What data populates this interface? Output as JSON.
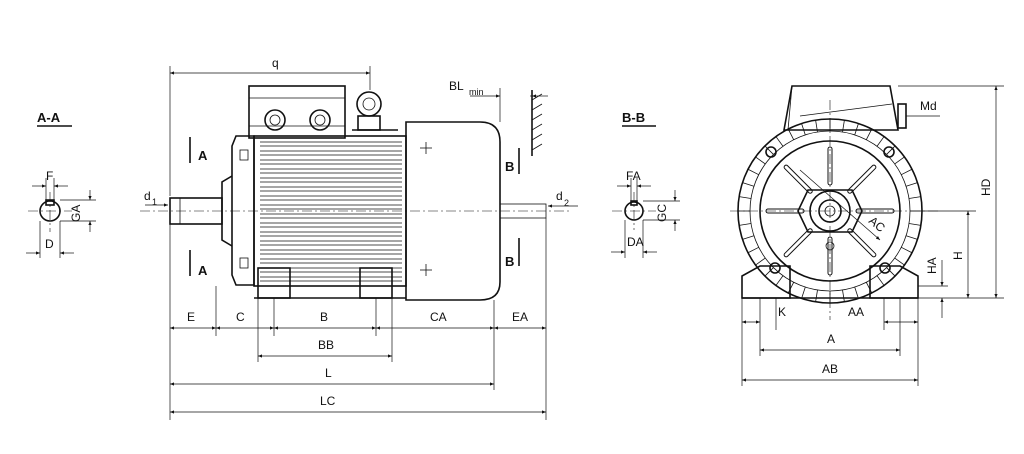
{
  "labels": {
    "section_aa": "A-A",
    "section_bb": "B-B",
    "F": "F",
    "GA": "GA",
    "D": "D",
    "FA": "FA",
    "GC": "GC",
    "DA": "DA",
    "q": "q",
    "BLmin": "BL",
    "BLmin_sub": "min",
    "d1": "d",
    "d1_sub": "1",
    "d2": "d",
    "d2_sub": "2",
    "A": "A",
    "B": "B",
    "E": "E",
    "C": "C",
    "CA": "CA",
    "EA": "EA",
    "BB": "BB",
    "L": "L",
    "LC": "LC",
    "Md": "Md",
    "HD": "HD",
    "H": "H",
    "HA": "HA",
    "AC": "AC",
    "K": "K",
    "AA": "AA",
    "AB": "AB"
  }
}
